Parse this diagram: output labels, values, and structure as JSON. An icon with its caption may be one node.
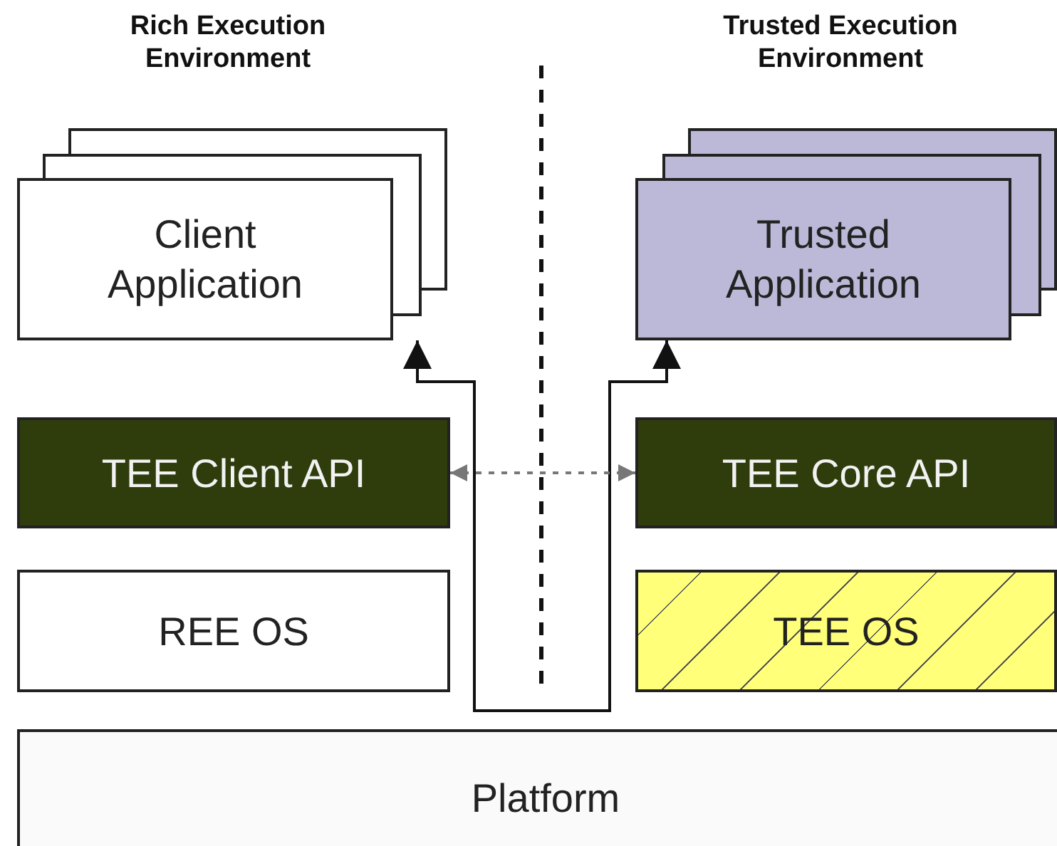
{
  "diagram": {
    "nodes": [
      {
        "text": [
          "Client Application"
        ]
      },
      {
        "text": [
          "Trusted Application"
        ]
      },
      {
        "text": [
          "TEE  Client API"
        ]
      },
      {
        "text": [
          "TEE  Core API"
        ]
      },
      {
        "text": [
          "REE OS"
        ]
      },
      {
        "text": [
          "TEE OS"
        ]
      },
      {
        "text": [
          "Platform"
        ]
      }
    ],
    "edges": [
      {
        "from": 0,
        "to": 1,
        "arrow": "both"
      },
      {
        "from": 2,
        "to": 3,
        "arrow": "both",
        "style": "dashed",
        "color": "#777777"
      }
    ],
    "labels": [
      "Rich Execution Environment",
      "Trusted Execution Environment"
    ]
  }
}
